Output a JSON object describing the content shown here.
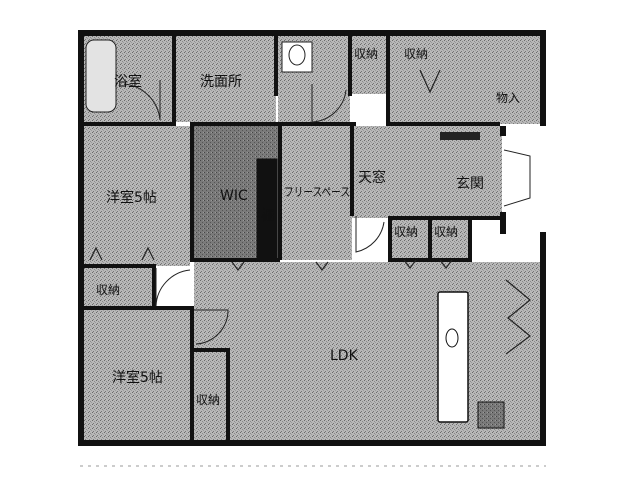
{
  "rooms": {
    "bath": "浴室",
    "washroom": "洗面所",
    "storage_top_1": "収納",
    "storage_top_2": "収納",
    "shoe_closet": "物入",
    "western_room_1": "洋室5帖",
    "walk_in_closet": "WIC",
    "shelf": "棚",
    "free_space": "フリースペース",
    "skylight": "天窓",
    "entrance": "玄関",
    "storage_mid_1": "収納",
    "storage_mid_2": "収納",
    "storage_left": "収納",
    "ldk": "LDK",
    "western_room_2": "洋室5帖",
    "storage_bottom": "収納"
  },
  "colors": {
    "floor_fill": "#a9a9a9",
    "wic_fill": "#7d7d7d",
    "wall": "#111111",
    "background": "#ffffff"
  }
}
